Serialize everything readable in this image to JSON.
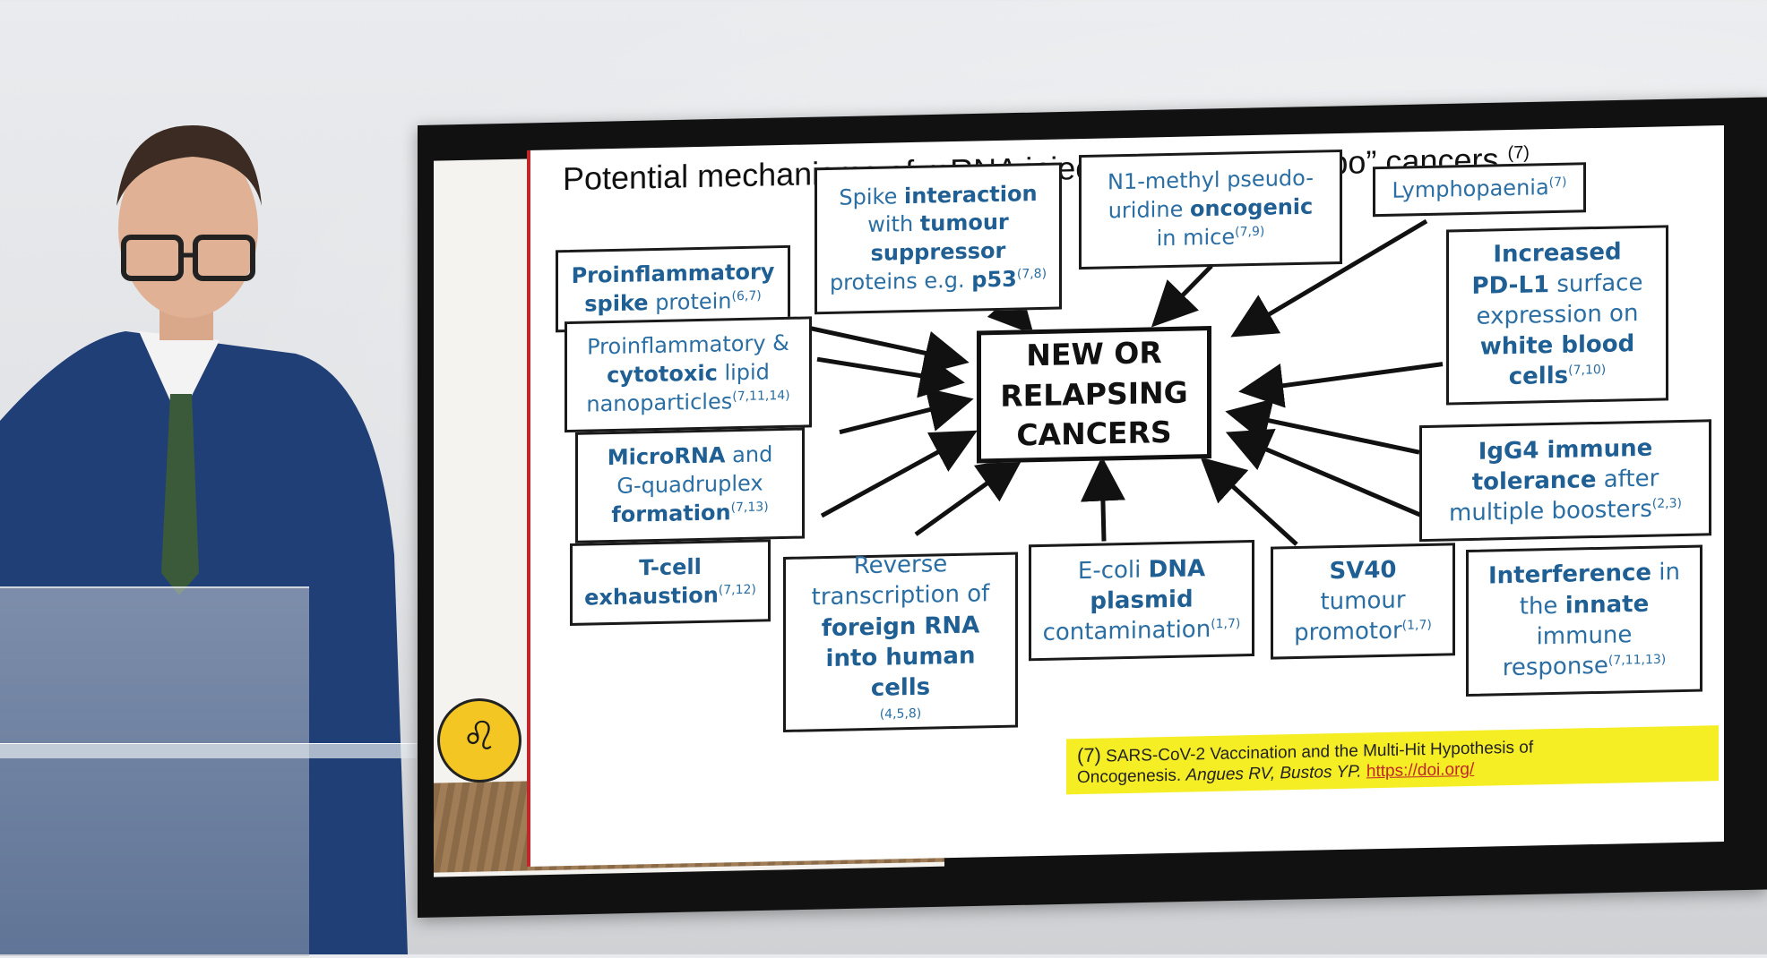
{
  "slide": {
    "title": "Potential mechanisms of mRNA injection inducing “turbo” cancers",
    "title_ref": "(7)",
    "center": [
      "NEW OR",
      "RELAPSING",
      "CANCERS"
    ]
  },
  "boxes": {
    "proinflammatory_spike": {
      "b1": "Proinflammatory",
      "b2": "spike",
      "t": " protein",
      "ref": "(6,7)"
    },
    "spike_interaction": {
      "t1": "Spike ",
      "b1": "interaction",
      "t2": "with ",
      "b2": "tumour",
      "b3": "suppressor",
      "t3": "proteins e.g. ",
      "b4": "p53",
      "ref": "(7,8)"
    },
    "n1_methyl": {
      "t1": "N1-methyl pseudo-",
      "t2": "uridine ",
      "b1": "oncogenic",
      "t3": "in mice",
      "ref": "(7,9)"
    },
    "lymphopaenia": {
      "t": "Lymphopaenia",
      "ref": "(7)"
    },
    "pdl1": {
      "b1": "Increased",
      "b2": "PD-L1",
      "t1": " surface",
      "t2": "expression on",
      "b3": "white blood",
      "b4": "cells",
      "ref": "(7,10)"
    },
    "lipid": {
      "t1": "Proinflammatory &",
      "b1": "cytotoxic",
      "t2": "  lipid",
      "t3": "nanoparticles",
      "ref": "(7,11,14)"
    },
    "microrna": {
      "b1": "MicroRNA",
      "t1": " and",
      "t2": "G-quadruplex",
      "b2": "formation",
      "ref": "(7,13)"
    },
    "igg4": {
      "b1": "IgG4 immune",
      "b2": "tolerance",
      "t1": " after",
      "t2": "multiple boosters",
      "ref": "(2,3)"
    },
    "tcell": {
      "b1": "T-cell",
      "b2": "exhaustion",
      "ref": "(7,12)"
    },
    "reverse": {
      "t1": "Reverse",
      "t2": "transcription of",
      "b1": "foreign RNA",
      "b2": "into human cells",
      "ref": "(4,5,8)"
    },
    "ecoli": {
      "t1": "E-coli ",
      "b1": "DNA",
      "b2": "plasmid",
      "t2": "contamination",
      "ref": "(1,7)"
    },
    "sv40": {
      "b1": "SV40",
      "t1": "tumour",
      "t2": "promotor",
      "ref": "(1,7)"
    },
    "innate": {
      "b1": "Interference",
      "t1": " in",
      "t2": "the ",
      "b2": "innate",
      "t3": "immune",
      "t4": "response",
      "ref": "(7,11,13)"
    }
  },
  "citation": {
    "num": "(7)",
    "text1": " SARS-CoV-2 Vaccination and the Multi-Hit Hypothesis of",
    "text2": "Oncogenesis. ",
    "authors": "Angues RV, Bustos YP.",
    "link": "https://doi.org/"
  },
  "colors": {
    "accent_blue": "#2a6ea3",
    "highlight_yellow": "#f6ee24",
    "frame_red": "#c0262a"
  }
}
